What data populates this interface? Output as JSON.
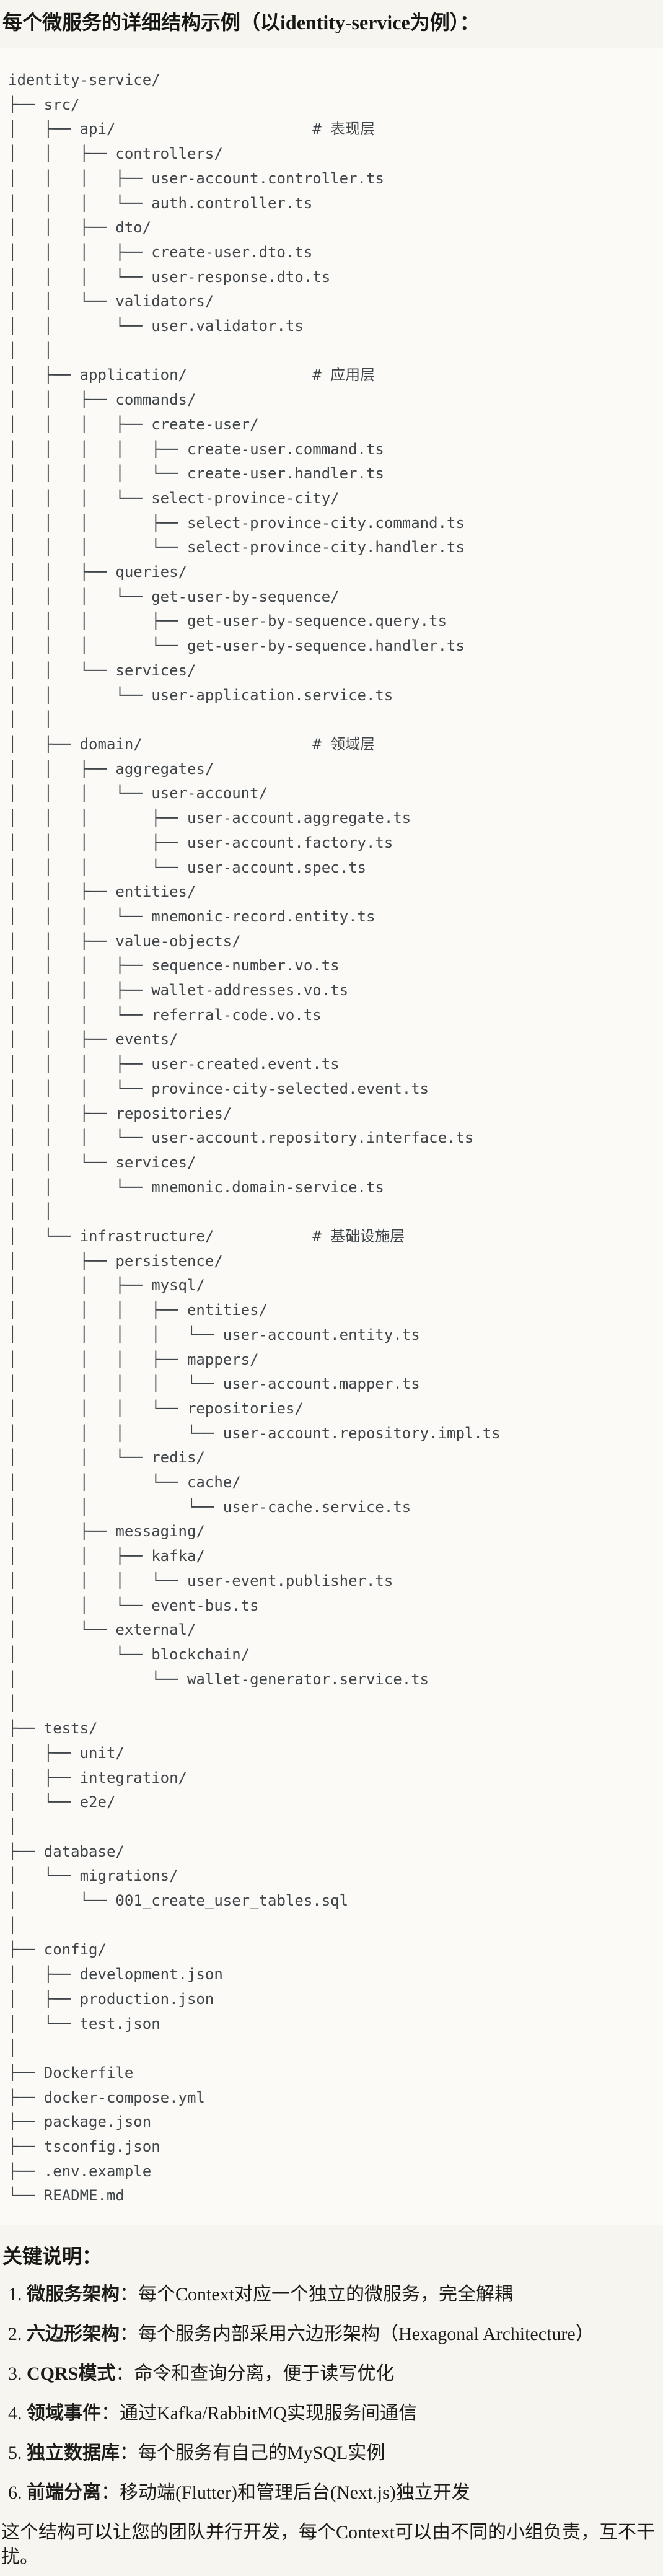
{
  "page": {
    "title": "每个微服务的详细结构示例（以identity-service为例）：",
    "tree_lines": [
      "identity-service/",
      "├── src/",
      "│   ├── api/                      # 表现层",
      "│   │   ├── controllers/",
      "│   │   │   ├── user-account.controller.ts",
      "│   │   │   └── auth.controller.ts",
      "│   │   ├── dto/",
      "│   │   │   ├── create-user.dto.ts",
      "│   │   │   └── user-response.dto.ts",
      "│   │   └── validators/",
      "│   │       └── user.validator.ts",
      "│   │",
      "│   ├── application/              # 应用层",
      "│   │   ├── commands/",
      "│   │   │   ├── create-user/",
      "│   │   │   │   ├── create-user.command.ts",
      "│   │   │   │   └── create-user.handler.ts",
      "│   │   │   └── select-province-city/",
      "│   │   │       ├── select-province-city.command.ts",
      "│   │   │       └── select-province-city.handler.ts",
      "│   │   ├── queries/",
      "│   │   │   └── get-user-by-sequence/",
      "│   │   │       ├── get-user-by-sequence.query.ts",
      "│   │   │       └── get-user-by-sequence.handler.ts",
      "│   │   └── services/",
      "│   │       └── user-application.service.ts",
      "│   │",
      "│   ├── domain/                   # 领域层",
      "│   │   ├── aggregates/",
      "│   │   │   └── user-account/",
      "│   │   │       ├── user-account.aggregate.ts",
      "│   │   │       ├── user-account.factory.ts",
      "│   │   │       └── user-account.spec.ts",
      "│   │   ├── entities/",
      "│   │   │   └── mnemonic-record.entity.ts",
      "│   │   ├── value-objects/",
      "│   │   │   ├── sequence-number.vo.ts",
      "│   │   │   ├── wallet-addresses.vo.ts",
      "│   │   │   └── referral-code.vo.ts",
      "│   │   ├── events/",
      "│   │   │   ├── user-created.event.ts",
      "│   │   │   └── province-city-selected.event.ts",
      "│   │   ├── repositories/",
      "│   │   │   └── user-account.repository.interface.ts",
      "│   │   └── services/",
      "│   │       └── mnemonic.domain-service.ts",
      "│   │",
      "│   └── infrastructure/           # 基础设施层",
      "│       ├── persistence/",
      "│       │   ├── mysql/",
      "│       │   │   ├── entities/",
      "│       │   │   │   └── user-account.entity.ts",
      "│       │   │   ├── mappers/",
      "│       │   │   │   └── user-account.mapper.ts",
      "│       │   │   └── repositories/",
      "│       │   │       └── user-account.repository.impl.ts",
      "│       │   └── redis/",
      "│       │       └── cache/",
      "│       │           └── user-cache.service.ts",
      "│       ├── messaging/",
      "│       │   ├── kafka/",
      "│       │   │   └── user-event.publisher.ts",
      "│       │   └── event-bus.ts",
      "│       └── external/",
      "│           └── blockchain/",
      "│               └── wallet-generator.service.ts",
      "│",
      "├── tests/",
      "│   ├── unit/",
      "│   ├── integration/",
      "│   └── e2e/",
      "│",
      "├── database/",
      "│   └── migrations/",
      "│       └── 001_create_user_tables.sql",
      "│",
      "├── config/",
      "│   ├── development.json",
      "│   ├── production.json",
      "│   └── test.json",
      "│",
      "├── Dockerfile",
      "├── docker-compose.yml",
      "├── package.json",
      "├── tsconfig.json",
      "├── .env.example",
      "└── README.md"
    ],
    "notes": {
      "heading": "关键说明：",
      "items": [
        {
          "num": "1. ",
          "term": "微服务架构",
          "text": "：每个Context对应一个独立的微服务，完全解耦"
        },
        {
          "num": "2. ",
          "term": "六边形架构",
          "text": "：每个服务内部采用六边形架构（Hexagonal Architecture）"
        },
        {
          "num": "3. ",
          "term": "CQRS模式",
          "text": "：命令和查询分离，便于读写优化"
        },
        {
          "num": "4. ",
          "term": "领域事件",
          "text": "：通过Kafka/RabbitMQ实现服务间通信"
        },
        {
          "num": "5. ",
          "term": "独立数据库",
          "text": "：每个服务有自己的MySQL实例"
        },
        {
          "num": "6. ",
          "term": "前端分离",
          "text": "：移动端(Flutter)和管理后台(Next.js)独立开发"
        }
      ],
      "footer": "这个结构可以让您的团队并行开发，每个Context可以由不同的小组负责，互不干扰。"
    }
  }
}
